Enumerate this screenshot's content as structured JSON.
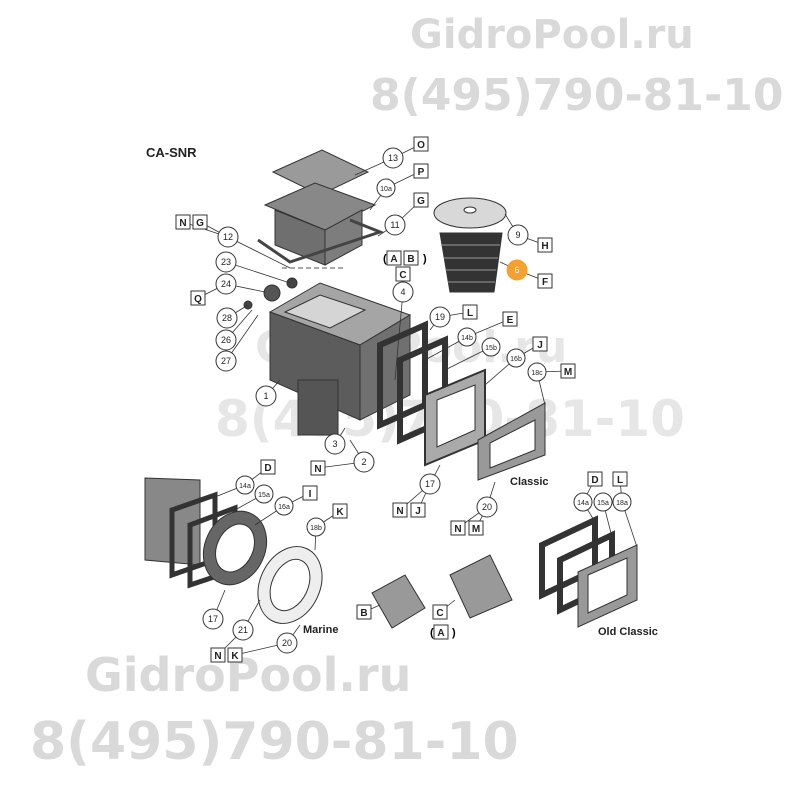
{
  "watermark": {
    "site": "GidroPool.ru",
    "phone": "8(495)790-81-10"
  },
  "diagram": {
    "title": "CA-SNR",
    "captions": {
      "classic": "Classic",
      "marine": "Marine",
      "old_classic": "Old Classic"
    },
    "highlight_color": "#f5a030",
    "callouts": [
      "13",
      "10a",
      "11",
      "12",
      "9",
      "6",
      "23",
      "24",
      "28",
      "26",
      "27",
      "4",
      "19",
      "14b",
      "15b",
      "16b",
      "18c",
      "1",
      "3",
      "2",
      "17",
      "20",
      "14a",
      "15a",
      "16a",
      "18b",
      "17",
      "21",
      "20",
      "14a",
      "15a",
      "18a"
    ],
    "letters": [
      "O",
      "P",
      "G",
      "N",
      "G",
      "H",
      "F",
      "A",
      "B",
      "C",
      "Q",
      "L",
      "E",
      "J",
      "M",
      "N",
      "N",
      "J",
      "N",
      "M",
      "D",
      "I",
      "K",
      "N",
      "K",
      "B",
      "C",
      "A",
      "D",
      "L"
    ]
  }
}
